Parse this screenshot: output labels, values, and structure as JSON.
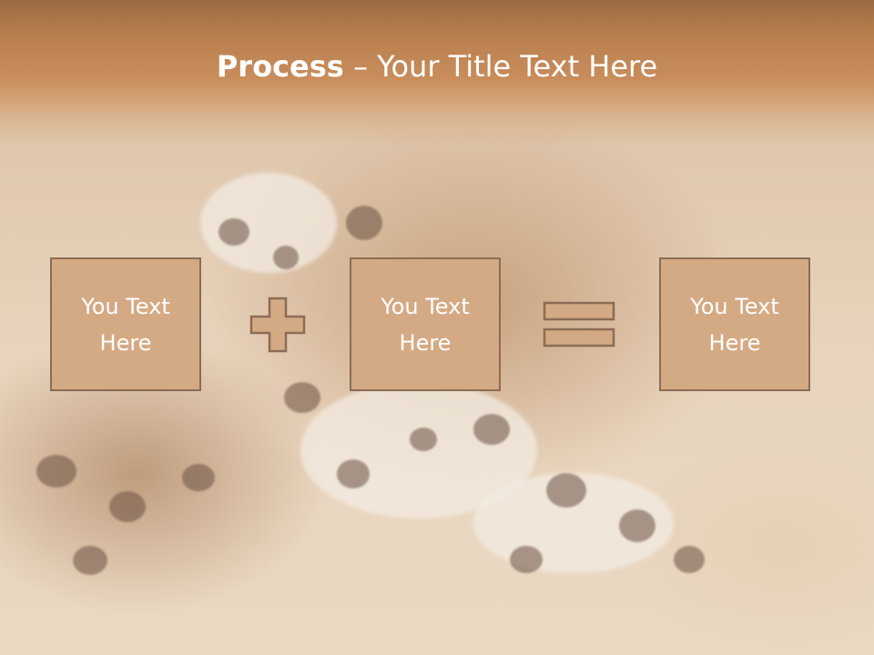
{
  "slide": {
    "title_bold": "Process",
    "title_rest": " – Your Title Text Here"
  },
  "process": {
    "boxes": [
      {
        "text": "You Text Here"
      },
      {
        "text": "You Text Here"
      },
      {
        "text": "You Text Here"
      }
    ],
    "operators": [
      "plus-icon",
      "equals-icon"
    ]
  },
  "colors": {
    "box_fill": "#d4aa84",
    "box_border": "#8c6c55",
    "title_band": "#c98e5c",
    "text": "#ffffff"
  }
}
